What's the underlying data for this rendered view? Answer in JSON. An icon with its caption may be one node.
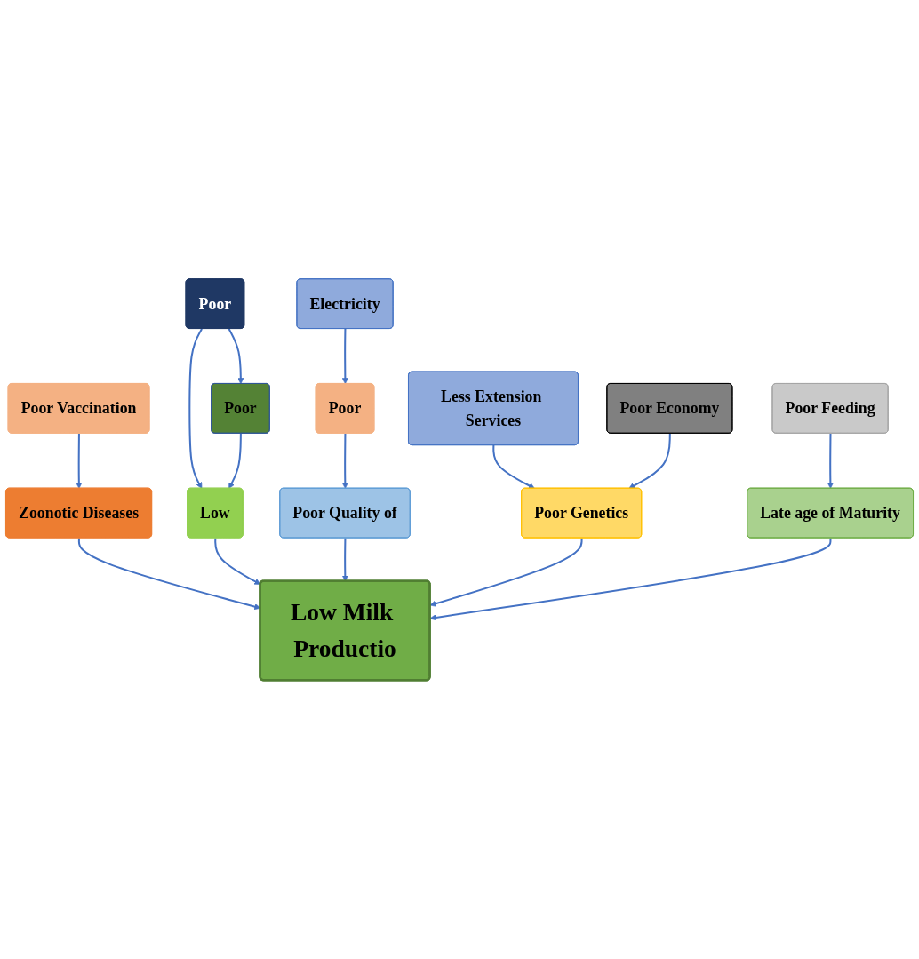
{
  "diagram": {
    "nodes": [
      {
        "text": [
          "Poor"
        ]
      },
      {
        "text": [
          "Poor"
        ]
      },
      {
        "text": [
          "Poor Vaccination"
        ]
      },
      {
        "text": [
          "Low"
        ]
      },
      {
        "text": [
          "Poor"
        ]
      },
      {
        "text": [
          "Zoonotic Diseases"
        ]
      },
      {
        "text": [
          "Poor Quality of"
        ]
      },
      {
        "text": [
          "Electricity"
        ]
      },
      {
        "text": [
          "Less Extension Services"
        ]
      },
      {
        "text": [
          "Low Milk Productio"
        ]
      },
      {
        "text": [
          "Poor Genetics"
        ]
      },
      {
        "text": [
          "Late age of Maturity"
        ]
      },
      {
        "text": [
          "Poor Economy"
        ]
      },
      {
        "text": [
          "Poor Feeding"
        ]
      }
    ],
    "edges": [
      {
        "from": 0,
        "to": 3,
        "arrow": "to"
      },
      {
        "from": 0,
        "to": 1,
        "arrow": "to"
      },
      {
        "from": 1,
        "to": 3,
        "arrow": "to"
      },
      {
        "from": 2,
        "to": 5,
        "arrow": "to"
      },
      {
        "from": 7,
        "to": 4,
        "arrow": "to"
      },
      {
        "from": 4,
        "to": 6,
        "arrow": "to"
      },
      {
        "from": 5,
        "to": 9,
        "arrow": "to"
      },
      {
        "from": 3,
        "to": 9,
        "arrow": "to"
      },
      {
        "from": 6,
        "to": 9,
        "arrow": "to"
      },
      {
        "from": 8,
        "to": 10,
        "arrow": "to"
      },
      {
        "from": 10,
        "to": 9,
        "arrow": "to"
      },
      {
        "from": 11,
        "to": 9,
        "arrow": "to"
      },
      {
        "from": 12,
        "to": 10,
        "arrow": "to"
      },
      {
        "from": 13,
        "to": 11,
        "arrow": "to"
      }
    ]
  }
}
